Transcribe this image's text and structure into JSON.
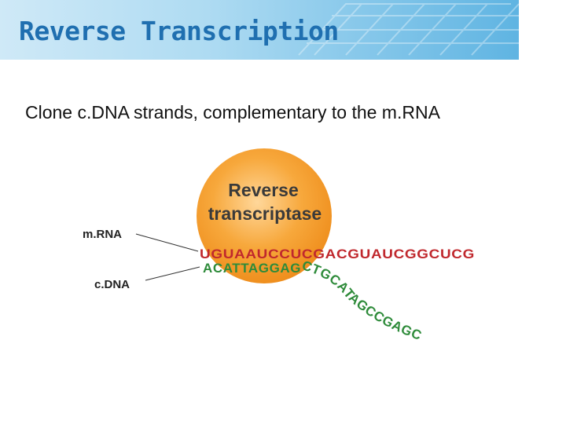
{
  "slide": {
    "title": "Reverse Transcription",
    "subtitle": "Clone c.DNA strands, complementary to the m.RNA"
  },
  "diagram": {
    "enzyme_line1": "Reverse",
    "enzyme_line2": "transcriptase",
    "mrna_label": "m.RNA",
    "cdna_label": "c.DNA",
    "mrna_sequence": "UGUAAUCCUCGACGUAUCGGCUCG",
    "cdna_sequence_straight": "ACATTAGGAG",
    "cdna_sequence_curve": "CTGCATAGCCGAGC"
  },
  "colors": {
    "title": "#1f6fb0",
    "enzyme": "#f5a02e",
    "mrna": "#c0282d",
    "cdna": "#2e8b3a"
  }
}
